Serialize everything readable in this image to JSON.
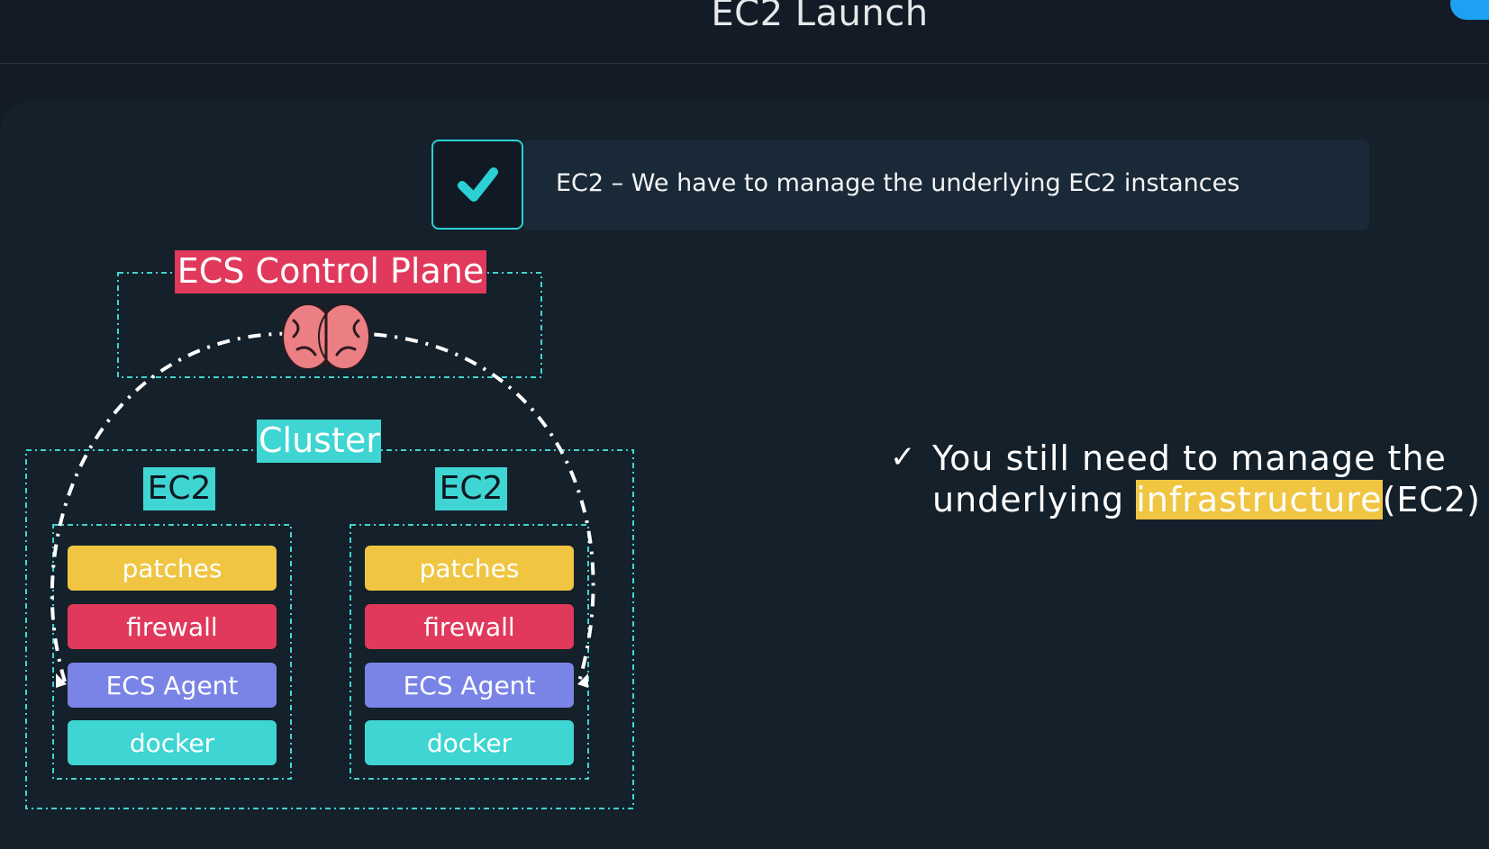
{
  "header": {
    "title": "EC2 Launch"
  },
  "banner": {
    "text": "EC2 – We have to manage the underlying EC2 instances",
    "check_icon": "checkmark-icon"
  },
  "diagram": {
    "control_plane_label": "ECS Control Plane",
    "brain_icon": "brain-icon",
    "cluster_label": "Cluster",
    "instances": [
      {
        "label": "EC2",
        "layers": [
          "patches",
          "firewall",
          "ECS Agent",
          "docker"
        ]
      },
      {
        "label": "EC2",
        "layers": [
          "patches",
          "firewall",
          "ECS Agent",
          "docker"
        ]
      }
    ]
  },
  "note": {
    "mark": "✓",
    "line1": "You still need to manage the",
    "line2_prefix": "underlying ",
    "highlight": "infrastructure",
    "line2_suffix": "(EC2)"
  },
  "colors": {
    "accent_cyan": "#3fd5d3",
    "red": "#e0395b",
    "yellow": "#f0c542",
    "blue": "#7a84e6",
    "brain": "#ec7f84"
  }
}
